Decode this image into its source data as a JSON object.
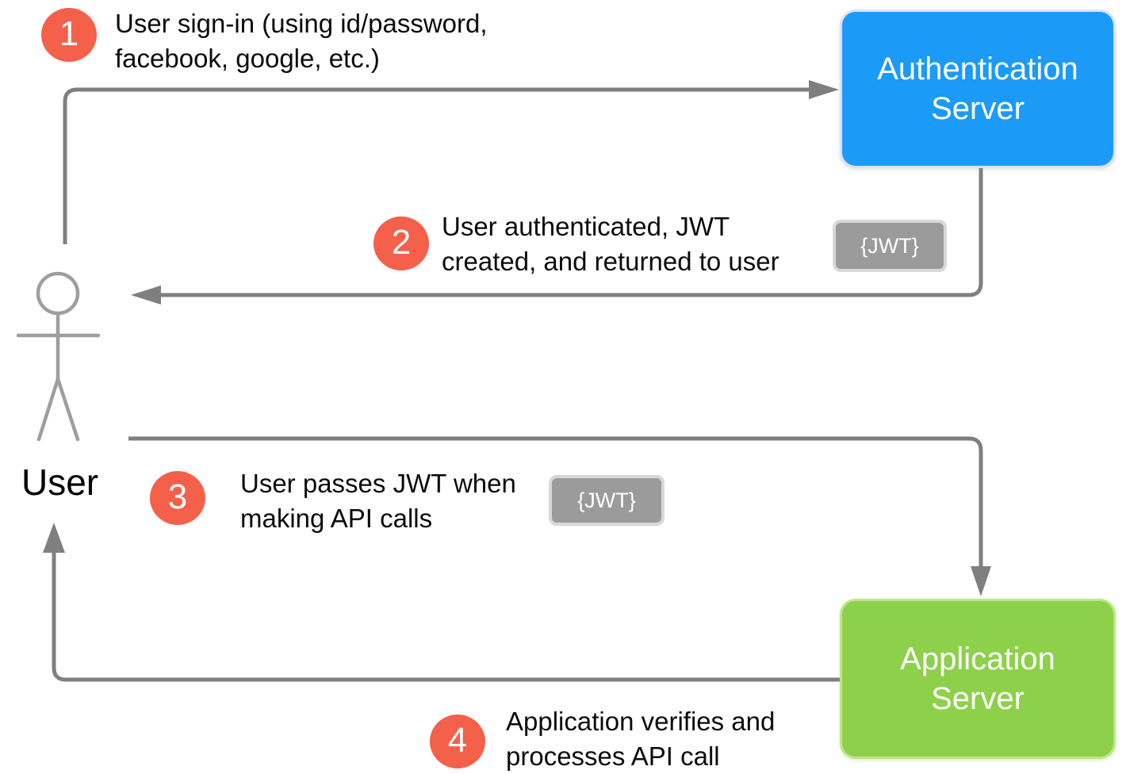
{
  "colors": {
    "step_circle": "#f4604a",
    "auth_server_fill": "#1b9af7",
    "auth_server_border": "#dde2f6",
    "app_server_fill": "#8dd04a",
    "app_server_border": "#bfe683",
    "connector_gray": "#7f7f7f",
    "stick_figure_gray": "#9e9e9e",
    "jwt_badge_fill": "#9b9b9b",
    "jwt_badge_border": "#d8d8d8",
    "text_black": "#0b0b0b",
    "server_text": "#ffffff"
  },
  "user": {
    "label": "User"
  },
  "servers": {
    "auth": {
      "label": "Authentication\nServer"
    },
    "app": {
      "label": "Application\nServer"
    }
  },
  "steps": [
    {
      "number": "1",
      "line1": "User sign-in (using id/password,",
      "line2": "facebook, google, etc.)"
    },
    {
      "number": "2",
      "line1": "User authenticated, JWT",
      "line2": "created, and returned to user"
    },
    {
      "number": "3",
      "line1": "User passes JWT when",
      "line2": "making API calls"
    },
    {
      "number": "4",
      "line1": "Application verifies and",
      "line2": "processes API call"
    }
  ],
  "jwt_badges": [
    {
      "label": "{JWT}"
    },
    {
      "label": "{JWT}"
    }
  ]
}
